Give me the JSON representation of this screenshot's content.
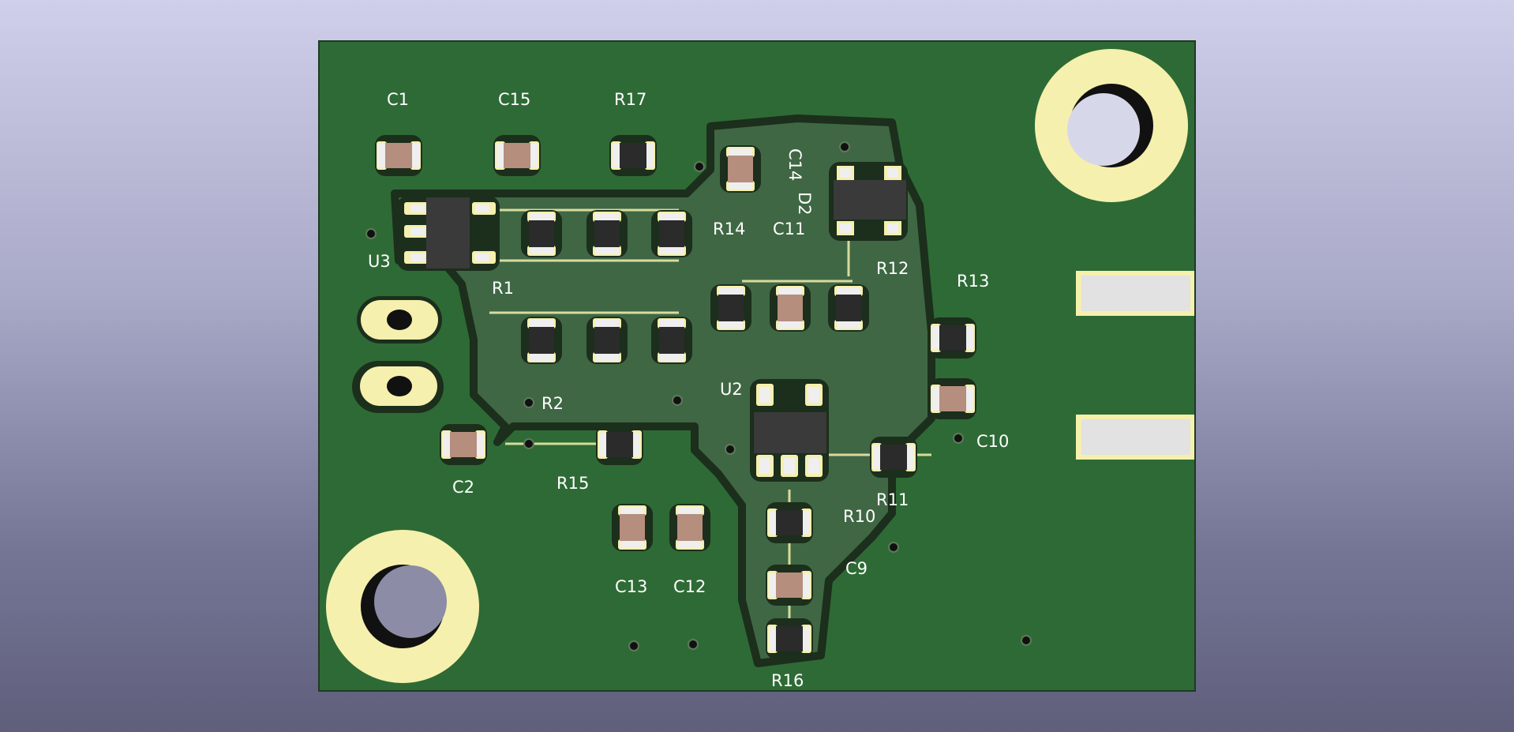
{
  "colors": {
    "background_top": "#cfcfea",
    "background_bottom": "#5f5f7c",
    "board_edge": "#1e3a20",
    "board": "#2e6a35",
    "copper_zone": "#3f6744",
    "solder_mask_outline": "#1c2e1c",
    "pad": "#f5f0ad",
    "pad_metal": "#efefef",
    "resistor_body": "#2b2b2b",
    "capacitor_body": "#b58e7e",
    "silkscreen": "#ffffff"
  },
  "components": {
    "resistors": [
      {
        "ref": "R1"
      },
      {
        "ref": "R2"
      },
      {
        "ref": "R10"
      },
      {
        "ref": "R11"
      },
      {
        "ref": "R12"
      },
      {
        "ref": "R13"
      },
      {
        "ref": "R14"
      },
      {
        "ref": "R15"
      },
      {
        "ref": "R16"
      },
      {
        "ref": "R17"
      }
    ],
    "capacitors": [
      {
        "ref": "C1"
      },
      {
        "ref": "C2"
      },
      {
        "ref": "C9"
      },
      {
        "ref": "C10"
      },
      {
        "ref": "C11"
      },
      {
        "ref": "C12"
      },
      {
        "ref": "C13"
      },
      {
        "ref": "C14"
      },
      {
        "ref": "C15"
      }
    ],
    "ics": [
      {
        "ref": "U2"
      },
      {
        "ref": "U3"
      }
    ],
    "diodes": [
      {
        "ref": "D2"
      }
    ]
  }
}
